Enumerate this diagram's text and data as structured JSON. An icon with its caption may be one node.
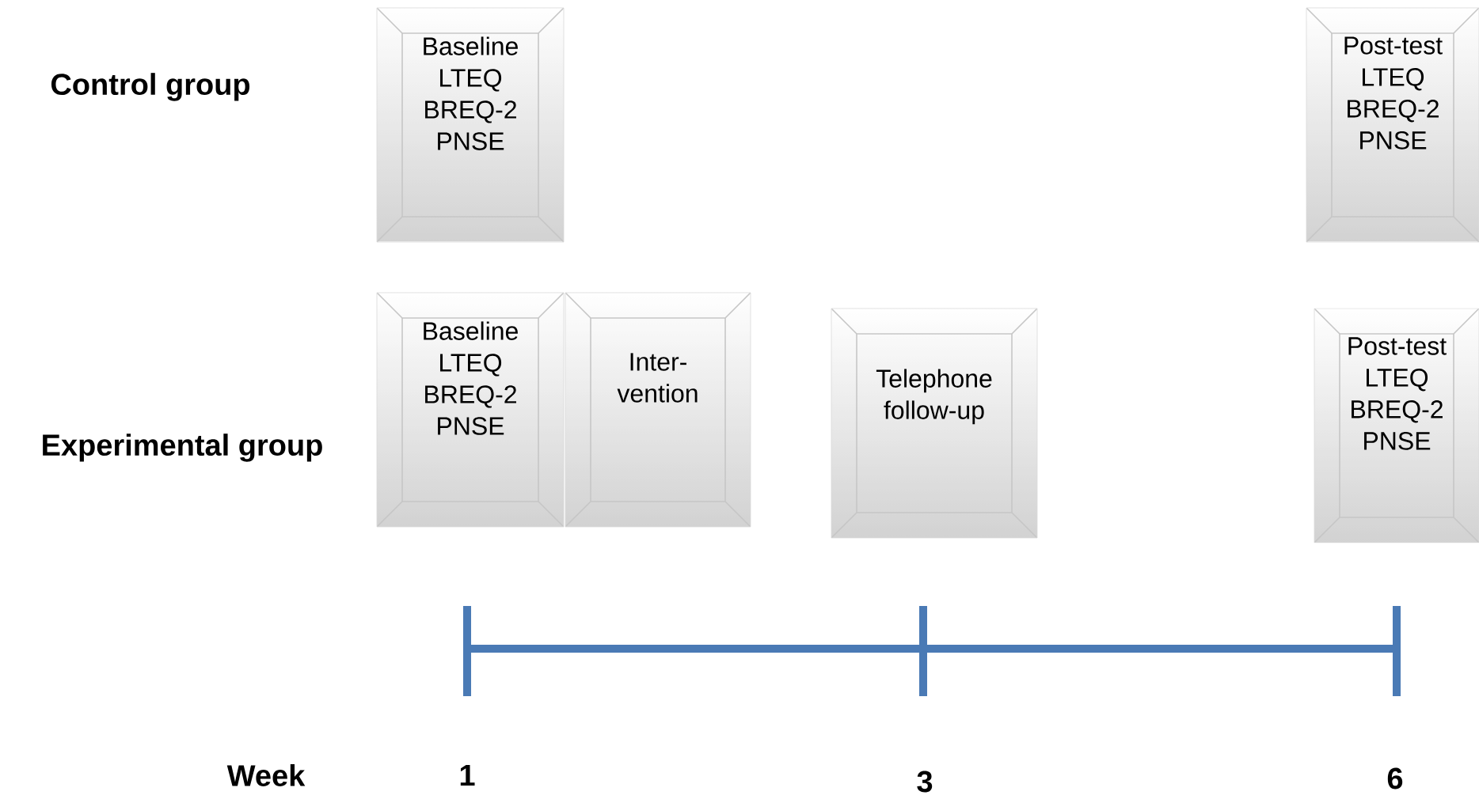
{
  "diagram": {
    "nodes": [
      {
        "text": [
          "Baseline LTEQ BREQ-2 PNSE"
        ]
      },
      {
        "text": [
          "Post-test LTEQ BREQ-2 PNSE"
        ]
      },
      {
        "text": [
          "Baseline LTEQ BREQ-2 PNSE"
        ]
      },
      {
        "text": [
          "Inter- vention"
        ]
      },
      {
        "text": [
          "Telephone follow-up"
        ]
      },
      {
        "text": [
          "Post-test LTEQ BREQ-2 PNSE"
        ]
      }
    ],
    "labels": [
      "Control group",
      "Experimental group",
      "Week",
      "1",
      "3",
      "6"
    ]
  }
}
